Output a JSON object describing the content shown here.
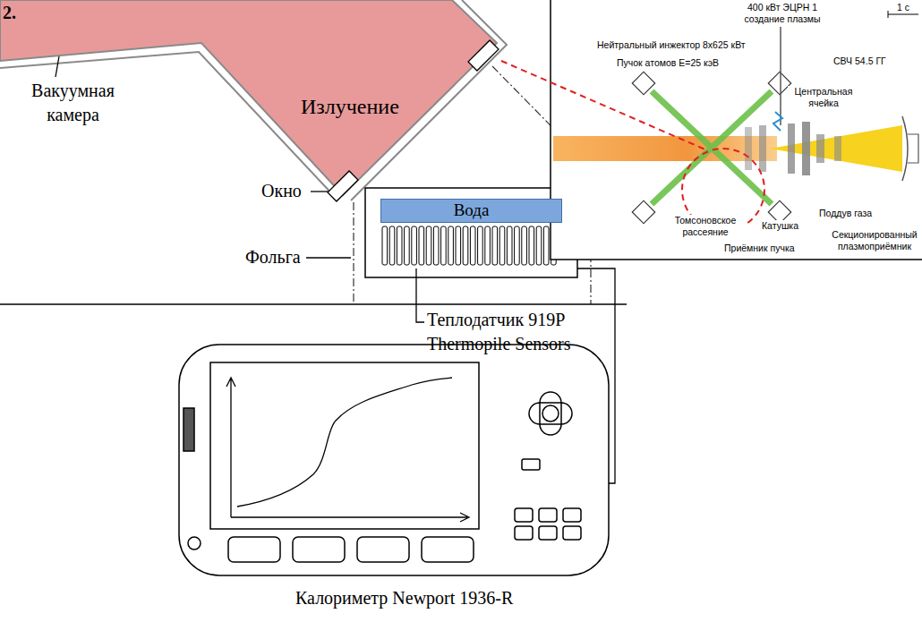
{
  "diagram": {
    "nodes": [
      {
        "text": [
          "Излучение"
        ]
      },
      {
        "text": [
          "Вода"
        ]
      }
    ],
    "labels": [
      "2.",
      "Вакуумная камера",
      "Окно",
      "Фольга",
      "Теплодатчик 919P Thermopile Sensors",
      "Калориметр Newport 1936-R",
      "400 кВт ЭЦРН 1 создание плазмы",
      "Нейтральный инжектор 8x625 кВт",
      "Пучок атомов E=25 кэВ",
      "Центральная ячейка",
      "СВЧ 54.5 ГГ",
      "1 с",
      "Катушка",
      "Поддув газа",
      "Томсоновское рассеяние",
      "Приёмник пучка",
      "Секционированный плазмоприёмник"
    ]
  }
}
